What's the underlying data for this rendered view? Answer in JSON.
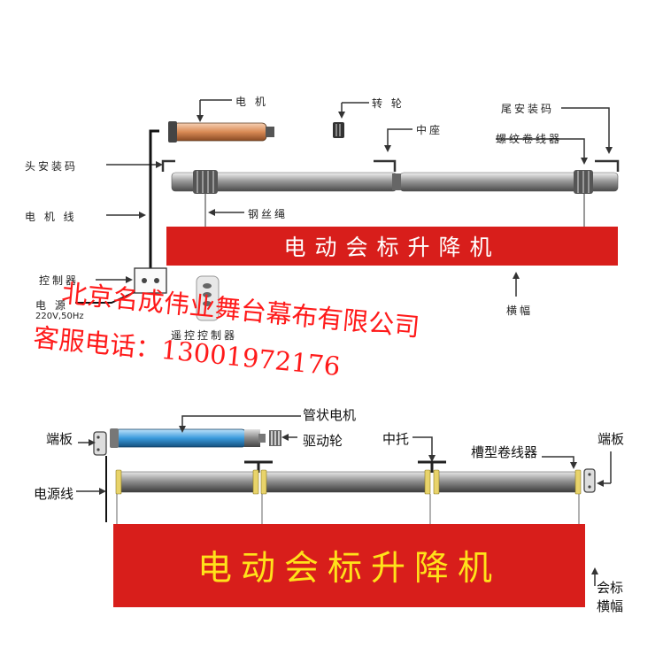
{
  "top": {
    "labels": {
      "motor": "电  机",
      "pulley": "转  轮",
      "tail_mount": "尾安装码",
      "middle_seat": "中座",
      "thread_winder": "螺纹卷线器",
      "head_mount": "头安装码",
      "motor_wire": "电  机  线",
      "wire_rope": "钢丝绳",
      "controller": "控制器",
      "power_label": "电    源",
      "power_spec": "220V,50Hz",
      "remote": "遥控控制器",
      "banner_name": "横幅"
    },
    "banner_text": "电动会标升降机"
  },
  "bottom": {
    "labels": {
      "end_plate_left": "端板",
      "tube_motor": "管状电机",
      "drive_wheel": "驱动轮",
      "middle_support": "中托",
      "slot_winder": "槽型卷线器",
      "end_plate_right": "端板",
      "power_line": "电源线",
      "banner_name_1": "会标",
      "banner_name_2": "横幅"
    },
    "banner_text": "电动会标升降机"
  },
  "watermark": {
    "line1": "北京名成伟业舞台幕布有限公司",
    "line2": "客服电话：13001972176"
  },
  "colors": {
    "banner_red": "#d81e1b",
    "banner_text_top": "#ffffff",
    "banner_text_bottom": "#ffe21a",
    "watermark": "#ff1a1a",
    "motor_tube_top": "#e8a878",
    "motor_tube_bottom": "#3a9adc"
  }
}
